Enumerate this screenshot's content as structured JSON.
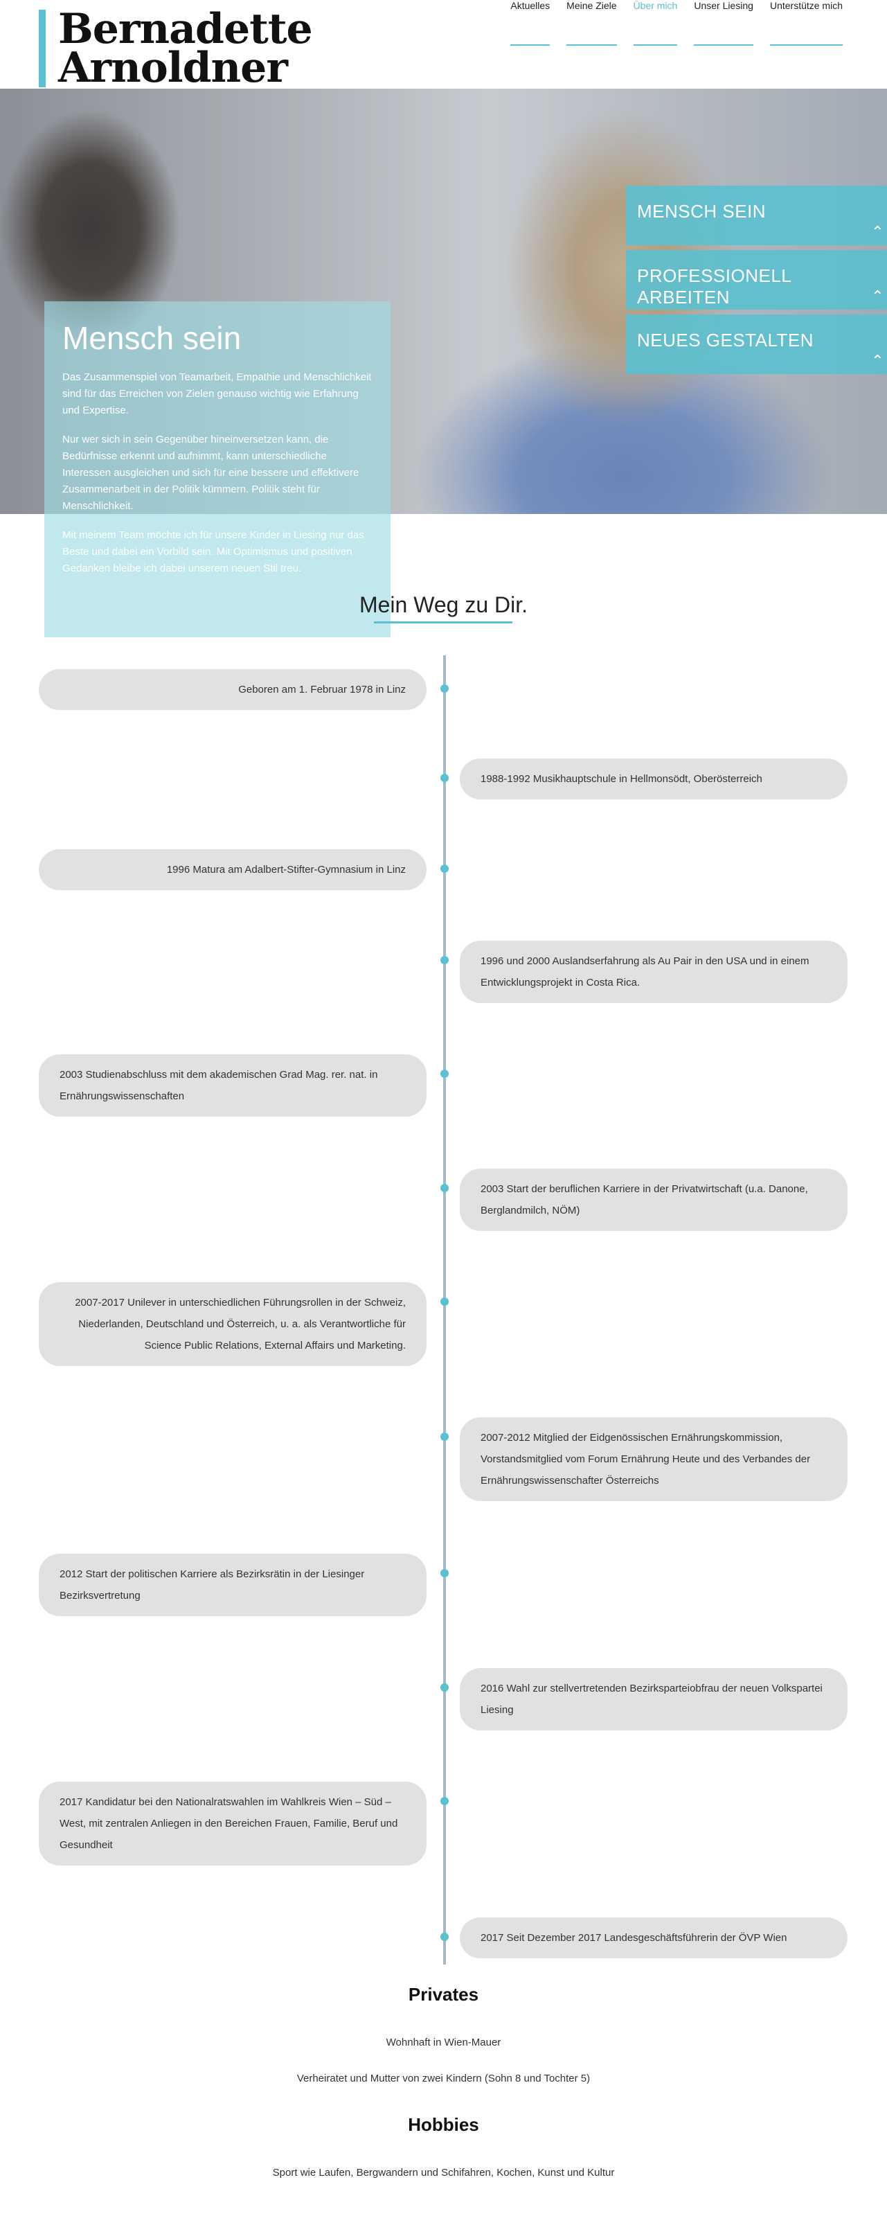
{
  "header": {
    "logo_line1": "Bernadette",
    "logo_line2": "Arnoldner",
    "nav": [
      {
        "label": "Aktuelles"
      },
      {
        "label": "Meine Ziele"
      },
      {
        "label": "Über mich"
      },
      {
        "label": "Unser Liesing"
      },
      {
        "label": "Unterstütze mich"
      }
    ]
  },
  "hero": {
    "tabs": [
      {
        "label": "MENSCH SEIN"
      },
      {
        "label": "PROFESSIONELL ARBEITEN"
      },
      {
        "label": "NEUES GESTALTEN"
      }
    ],
    "card": {
      "title": "Mensch sein",
      "p1": "Das Zusammenspiel von  Teamarbeit, Empathie und Menschlichkeit sind für das Erreichen von Zielen genauso wichtig wie Erfahrung und Expertise.",
      "p2": "Nur wer sich in sein Gegenüber hineinversetzen kann, die Bedürfnisse erkennt und aufnimmt, kann unterschiedliche Interessen ausgleichen und sich für eine bessere und effektivere Zusammenarbeit in der Politik kümmern. Politik steht für Menschlichkeit.",
      "p3": "Mit meinem Team möchte ich für unsere Kinder in Liesing nur das Beste und dabei ein Vorbild sein. Mit Optimismus und positiven Gedanken bleibe ich dabei unserem neuen Stil treu."
    }
  },
  "timeline": {
    "title": "Mein Weg zu Dir.",
    "entries": [
      "Geboren am 1. Februar 1978 in Linz",
      "1988-1992 Musikhauptschule in Hellmonsödt, Oberösterreich",
      "1996 Matura am Adalbert-Stifter-Gymnasium in Linz",
      "1996 und 2000 Auslandserfahrung als Au Pair in den USA und in einem Entwicklungsprojekt in Costa Rica.",
      "2003 Studienabschluss mit dem akademischen Grad Mag. rer. nat. in Ernährungswissenschaften",
      "2003 Start der beruflichen Karriere in der Privatwirtschaft (u.a. Danone, Berglandmilch, NÖM)",
      "2007-2017 Unilever in unterschiedlichen Führungsrollen in der Schweiz, Niederlanden, Deutschland und Österreich, u. a. als Verantwortliche für Science Public Relations, External Affairs und Marketing.",
      "2007-2012 Mitglied der Eidgenössischen Ernährungskommission, Vorstandsmitglied vom Forum Ernährung Heute und des Verbandes der Ernährungswissenschafter Österreichs",
      "2012 Start der politischen Karriere als Bezirksrätin in der Liesinger Bezirksvertretung",
      "2016 Wahl zur stellvertretenden Bezirksparteiobfrau der neuen Volkspartei Liesing",
      "2017 Kandidatur bei den Nationalratswahlen im Wahlkreis Wien – Süd – West, mit zentralen Anliegen in den Bereichen Frauen, Familie, Beruf und Gesundheit",
      "2017 Seit Dezember 2017 Landesgeschäftsführerin der ÖVP Wien"
    ]
  },
  "privates": {
    "title": "Privates",
    "line1": "Wohnhaft in Wien-Mauer",
    "line2": "Verheiratet und Mutter von zwei Kindern (Sohn 8 und Tochter 5)"
  },
  "hobbies": {
    "title": "Hobbies",
    "line1": "Sport wie Laufen, Bergwandern und Schifahren, Kochen, Kunst und Kultur"
  }
}
